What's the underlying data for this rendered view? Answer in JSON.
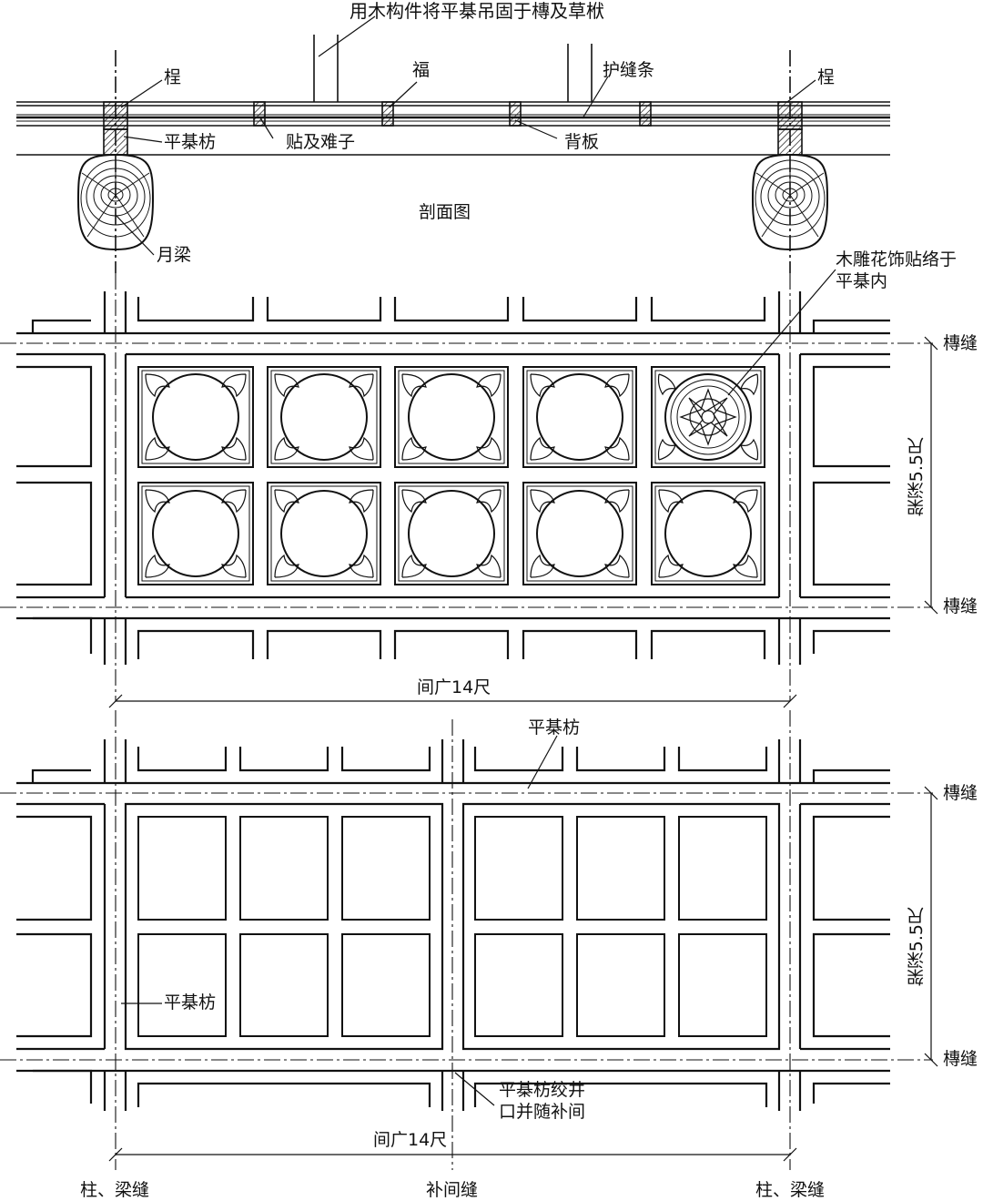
{
  "section": {
    "title": "剖面图",
    "hanger_note": "用木构件将平棊吊固于槫及草栿",
    "purlin_left": "桯",
    "purlin_right": "桯",
    "ceiling_beam": "平棊枋",
    "strips": "贴及难子",
    "rib": "福",
    "joint_strip": "护缝条",
    "back_board": "背板",
    "crescent_beam": "月梁"
  },
  "plan_top": {
    "carving_note_line1": "木雕花饰贴络于",
    "carving_note_line2": "平棊内",
    "seam_upper": "槫缝",
    "seam_lower": "槫缝",
    "depth": "架深5.5尺",
    "span": "间广14尺"
  },
  "plan_bottom": {
    "beam_top": "平棊枋",
    "beam_left": "平棊枋",
    "joint_note_line1": "平棊枋绞井",
    "joint_note_line2": "口并随补间",
    "seam_upper": "槫缝",
    "seam_lower": "槫缝",
    "depth": "架深5.5尺",
    "span": "间广14尺"
  },
  "axes": {
    "left": "柱、梁缝",
    "middle": "补间缝",
    "right": "柱、梁缝"
  }
}
